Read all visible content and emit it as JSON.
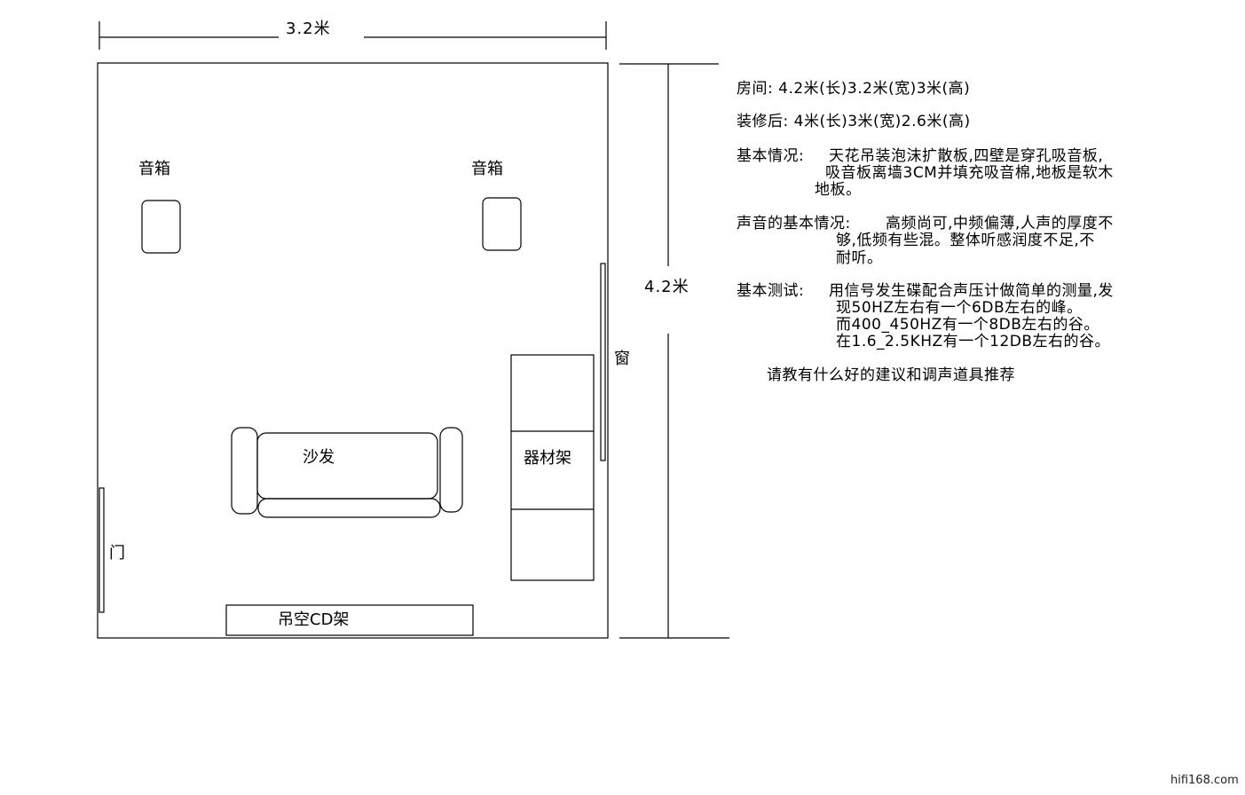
{
  "dimensions": {
    "width_label": "3.2米",
    "length_label": "4.2米"
  },
  "room_labels": {
    "speaker_left": "音箱",
    "speaker_right": "音箱",
    "sofa": "沙发",
    "equipment_rack": "器材架",
    "window": "窗",
    "door": "门",
    "cd_rack": "吊空CD架"
  },
  "notes": {
    "room": "房间: 4.2米(长)3.2米(宽)3米(高)",
    "renovated": "装修后: 4米(长)3米(宽)2.6米(高)",
    "basic_title": "基本情况:",
    "basic_lines": [
      "天花吊装泡沫扩散板,四壁是穿孔吸音板,",
      "吸音板离墙3CM并填充吸音棉,地板是软木",
      "地板。"
    ],
    "sound_title": "声音的基本情况:",
    "sound_lines": [
      "高频尚可,中频偏薄,人声的厚度不",
      "够,低频有些混。整体听感润度不足,不",
      "耐听。"
    ],
    "test_title": "基本测试:",
    "test_lines": [
      "用信号发生碟配合声压计做简单的测量,发",
      "现50HZ左右有一个6DB左右的峰。",
      "而400_450HZ有一个8DB左右的谷。",
      "在1.6_2.5KHZ有一个12DB左右的谷。"
    ],
    "request": "请教有什么好的建议和调声道具推荐"
  },
  "watermark": "hifi168.com"
}
